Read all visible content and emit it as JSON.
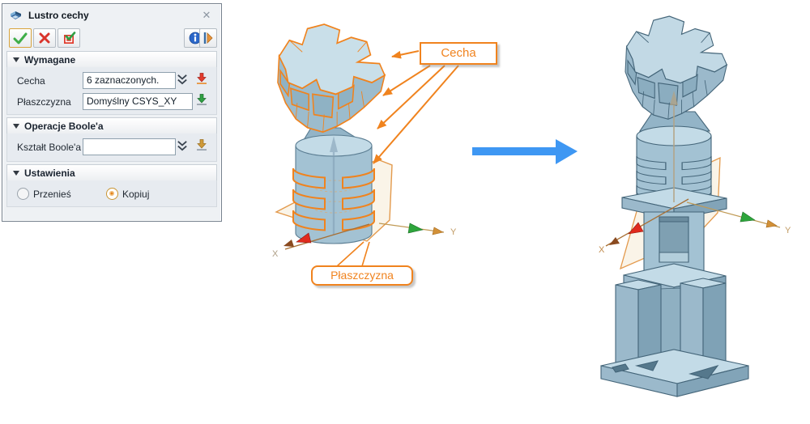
{
  "window": {
    "title": "Lustro cechy"
  },
  "toolbar": {
    "buttons": [
      "ok",
      "cancel",
      "apply"
    ],
    "right_buttons": [
      "info",
      "pin"
    ]
  },
  "sections": {
    "wymagane": {
      "title": "Wymagane",
      "fields": {
        "cecha": {
          "label": "Cecha",
          "value": "6 zaznaczonych."
        },
        "plaszczyzna": {
          "label": "Płaszczyzna",
          "value": "Domyślny CSYS_XY"
        }
      }
    },
    "boole": {
      "title": "Operacje Boole'a",
      "fields": {
        "ksztalt": {
          "label": "Kształt Boole'a",
          "value": ""
        }
      }
    },
    "ustawienia": {
      "title": "Ustawienia",
      "radios": {
        "przenies": {
          "label": "Przenieś",
          "selected": false
        },
        "kopiuj": {
          "label": "Kopiuj",
          "selected": true
        }
      }
    }
  },
  "viewport": {
    "labels": {
      "cecha": "Cecha",
      "plaszczyzna": "Płaszczyzna"
    },
    "axes": {
      "x": "X",
      "y": "Y"
    },
    "colors": {
      "highlight": "#f0831e",
      "model_side": "#a3c2d3",
      "model_top": "#c3dbe7",
      "plane_fill": "#faf3e6",
      "transition_arrow": "#3e97f3"
    }
  }
}
